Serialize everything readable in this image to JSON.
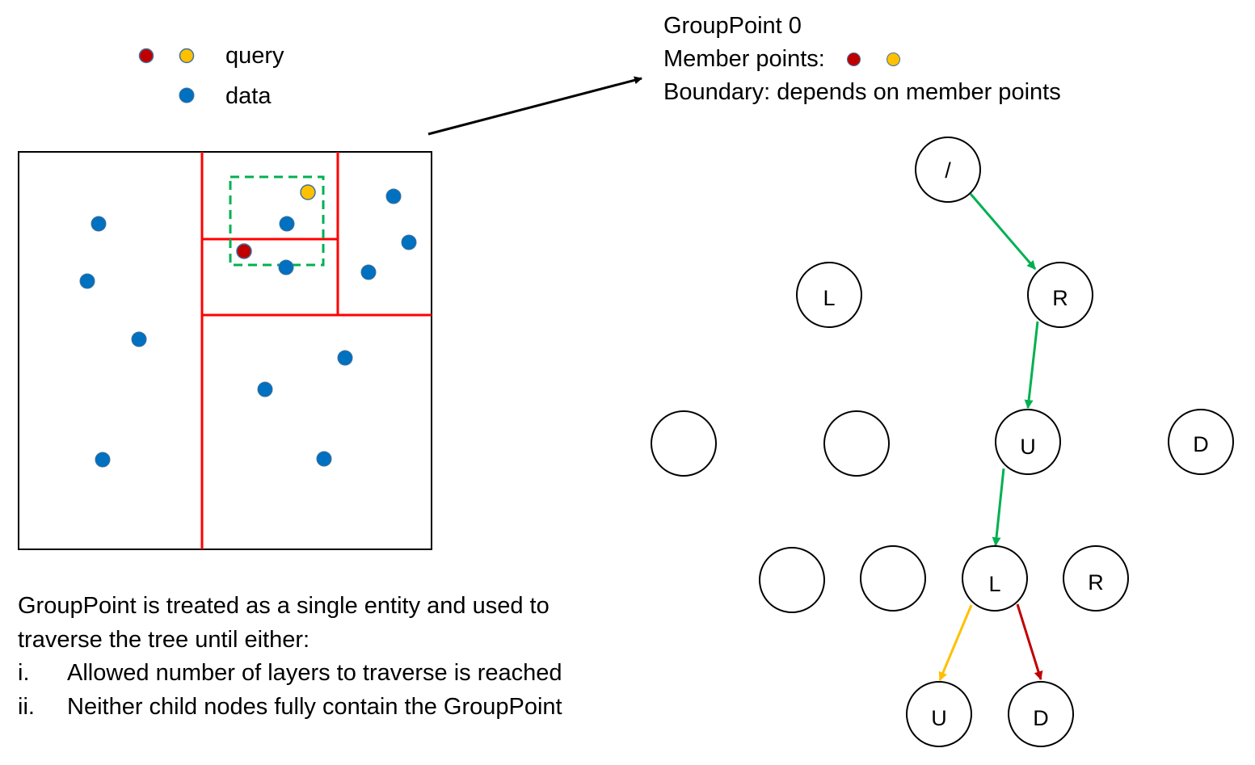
{
  "colors": {
    "query_red": "#c00000",
    "query_yellow": "#ffc000",
    "data_blue": "#0070c0",
    "partition_red": "#ff0000",
    "group_box_green": "#00b050",
    "edge_green": "#00b050",
    "edge_yellow": "#ffc000",
    "edge_red": "#c00000"
  },
  "legend": {
    "query_label": "query",
    "data_label": "data"
  },
  "group_info": {
    "title": "GroupPoint 0",
    "members_label": "Member points:",
    "boundary_text": "Boundary: depends on member points"
  },
  "tree": {
    "nodes": {
      "root": "/",
      "l1_left": "L",
      "l1_right": "R",
      "l2_a": "",
      "l2_b": "",
      "l2_up": "U",
      "l2_down": "D",
      "l3_a": "",
      "l3_b": "",
      "l3_left": "L",
      "l3_right": "R",
      "l4_up": "U",
      "l4_down": "D"
    }
  },
  "caption": {
    "intro_line1": "GroupPoint is treated as a single entity and used to",
    "intro_line2": "traverse the tree until either:",
    "items": [
      {
        "marker": "i.",
        "text": "Allowed number of layers to traverse is reached"
      },
      {
        "marker": "ii.",
        "text": "Neither child nodes fully contain the GroupPoint"
      }
    ]
  }
}
